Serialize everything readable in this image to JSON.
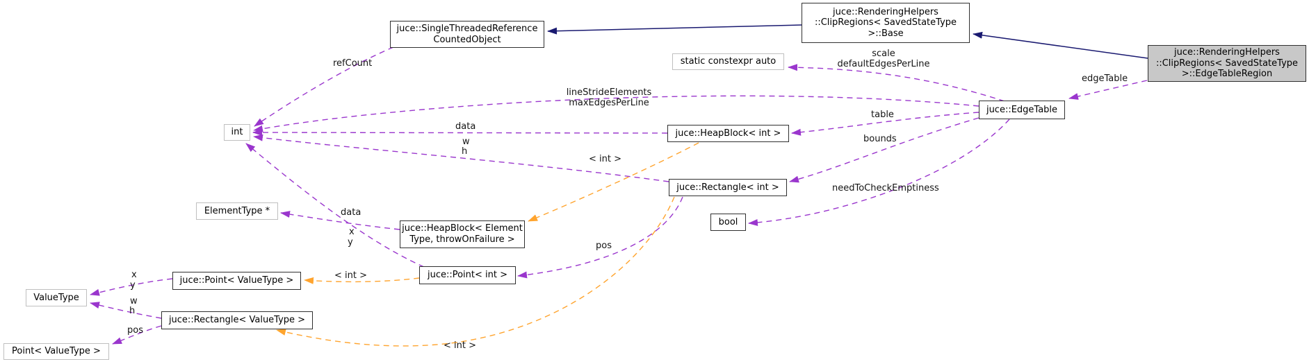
{
  "diagram": {
    "type": "doxygen-collaboration-graph",
    "colors": {
      "inheritance_arrow": "#191970",
      "usage_arrow": "#9a36cd",
      "template_arrow": "#ffa42e",
      "selected_node_fill": "#c8c8c8",
      "node_fill": "#ffffff",
      "node_border": "#2f2f2f",
      "plain_node_border": "#bfbfbf"
    },
    "nodes": {
      "single_threaded": {
        "lines": [
          "juce::SingleThreadedReference",
          "CountedObject"
        ]
      },
      "clip_regions_base": {
        "lines": [
          "juce::RenderingHelpers",
          "::ClipRegions< SavedStateType",
          ">::Base"
        ]
      },
      "edge_table_region": {
        "lines": [
          "juce::RenderingHelpers",
          "::ClipRegions< SavedStateType",
          ">::EdgeTableRegion"
        ]
      },
      "static_constexpr_auto": {
        "lines": [
          "static constexpr auto"
        ]
      },
      "edge_table": {
        "lines": [
          "juce::EdgeTable"
        ]
      },
      "int": {
        "lines": [
          "int"
        ]
      },
      "heap_block_int": {
        "lines": [
          "juce::HeapBlock< int >"
        ]
      },
      "rectangle_int": {
        "lines": [
          "juce::Rectangle< int >"
        ]
      },
      "bool": {
        "lines": [
          "bool"
        ]
      },
      "element_type_ptr": {
        "lines": [
          "ElementType *"
        ]
      },
      "heap_block_element": {
        "lines": [
          "juce::HeapBlock< Element",
          "Type, throwOnFailure >"
        ]
      },
      "point_int": {
        "lines": [
          "juce::Point< int >"
        ]
      },
      "point_valuetype": {
        "lines": [
          "juce::Point< ValueType >"
        ]
      },
      "valuetype": {
        "lines": [
          "ValueType"
        ]
      },
      "rectangle_valuetype": {
        "lines": [
          "juce::Rectangle< ValueType >"
        ]
      },
      "point_valuetype_plain": {
        "lines": [
          "Point< ValueType >"
        ]
      }
    },
    "labels": {
      "refcount": "refCount",
      "scale_default": [
        "scale",
        "defaultEdgesPerLine"
      ],
      "edgetable": "edgeTable",
      "linestride_maxedges": [
        "lineStrideElements",
        "maxEdgesPerLine"
      ],
      "table": "table",
      "data_int": "data",
      "w_int": "w",
      "h_int": "h",
      "bounds": "bounds",
      "tmpl_int_heapblock": "< int >",
      "needtocheckemptiness": "needToCheckEmptiness",
      "data_element": "data",
      "x_int": "x",
      "y_int": "y",
      "pos_int": "pos",
      "tmpl_int_point": "< int >",
      "x_valuetype": "x",
      "y_valuetype": "y",
      "w_valuetype": "w",
      "h_valuetype": "h",
      "pos_valuetype": "pos",
      "tmpl_int_rectangle": "< int >"
    }
  }
}
